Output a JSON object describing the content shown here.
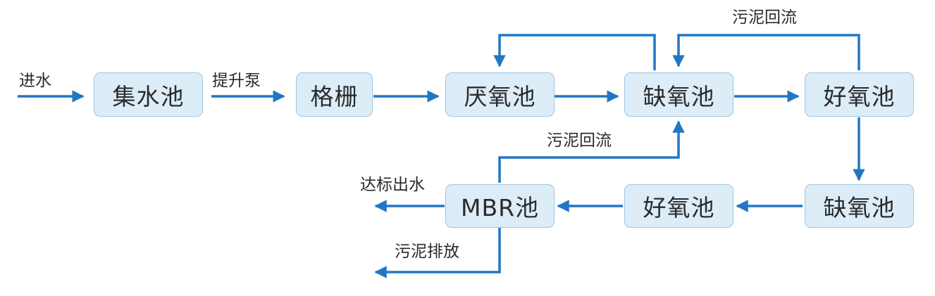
{
  "colors": {
    "line": "#2277c4",
    "box_fill": "#dcedf8",
    "box_border": "#9cc6e4",
    "text": "#2b2b2b"
  },
  "nodes": {
    "collection_tank": "集水池",
    "grille": "格栅",
    "anaerobic_tank": "厌氧池",
    "anoxic_tank_1": "缺氧池",
    "aerobic_tank_1": "好氧池",
    "anoxic_tank_2": "缺氧池",
    "aerobic_tank_2": "好氧池",
    "mbr_tank": "MBR池"
  },
  "labels": {
    "influent": "进水",
    "lift_pump": "提升泵",
    "sludge_return_top": "污泥回流",
    "sludge_return_mbr": "污泥回流",
    "effluent": "达标出水",
    "sludge_discharge": "污泥排放"
  }
}
